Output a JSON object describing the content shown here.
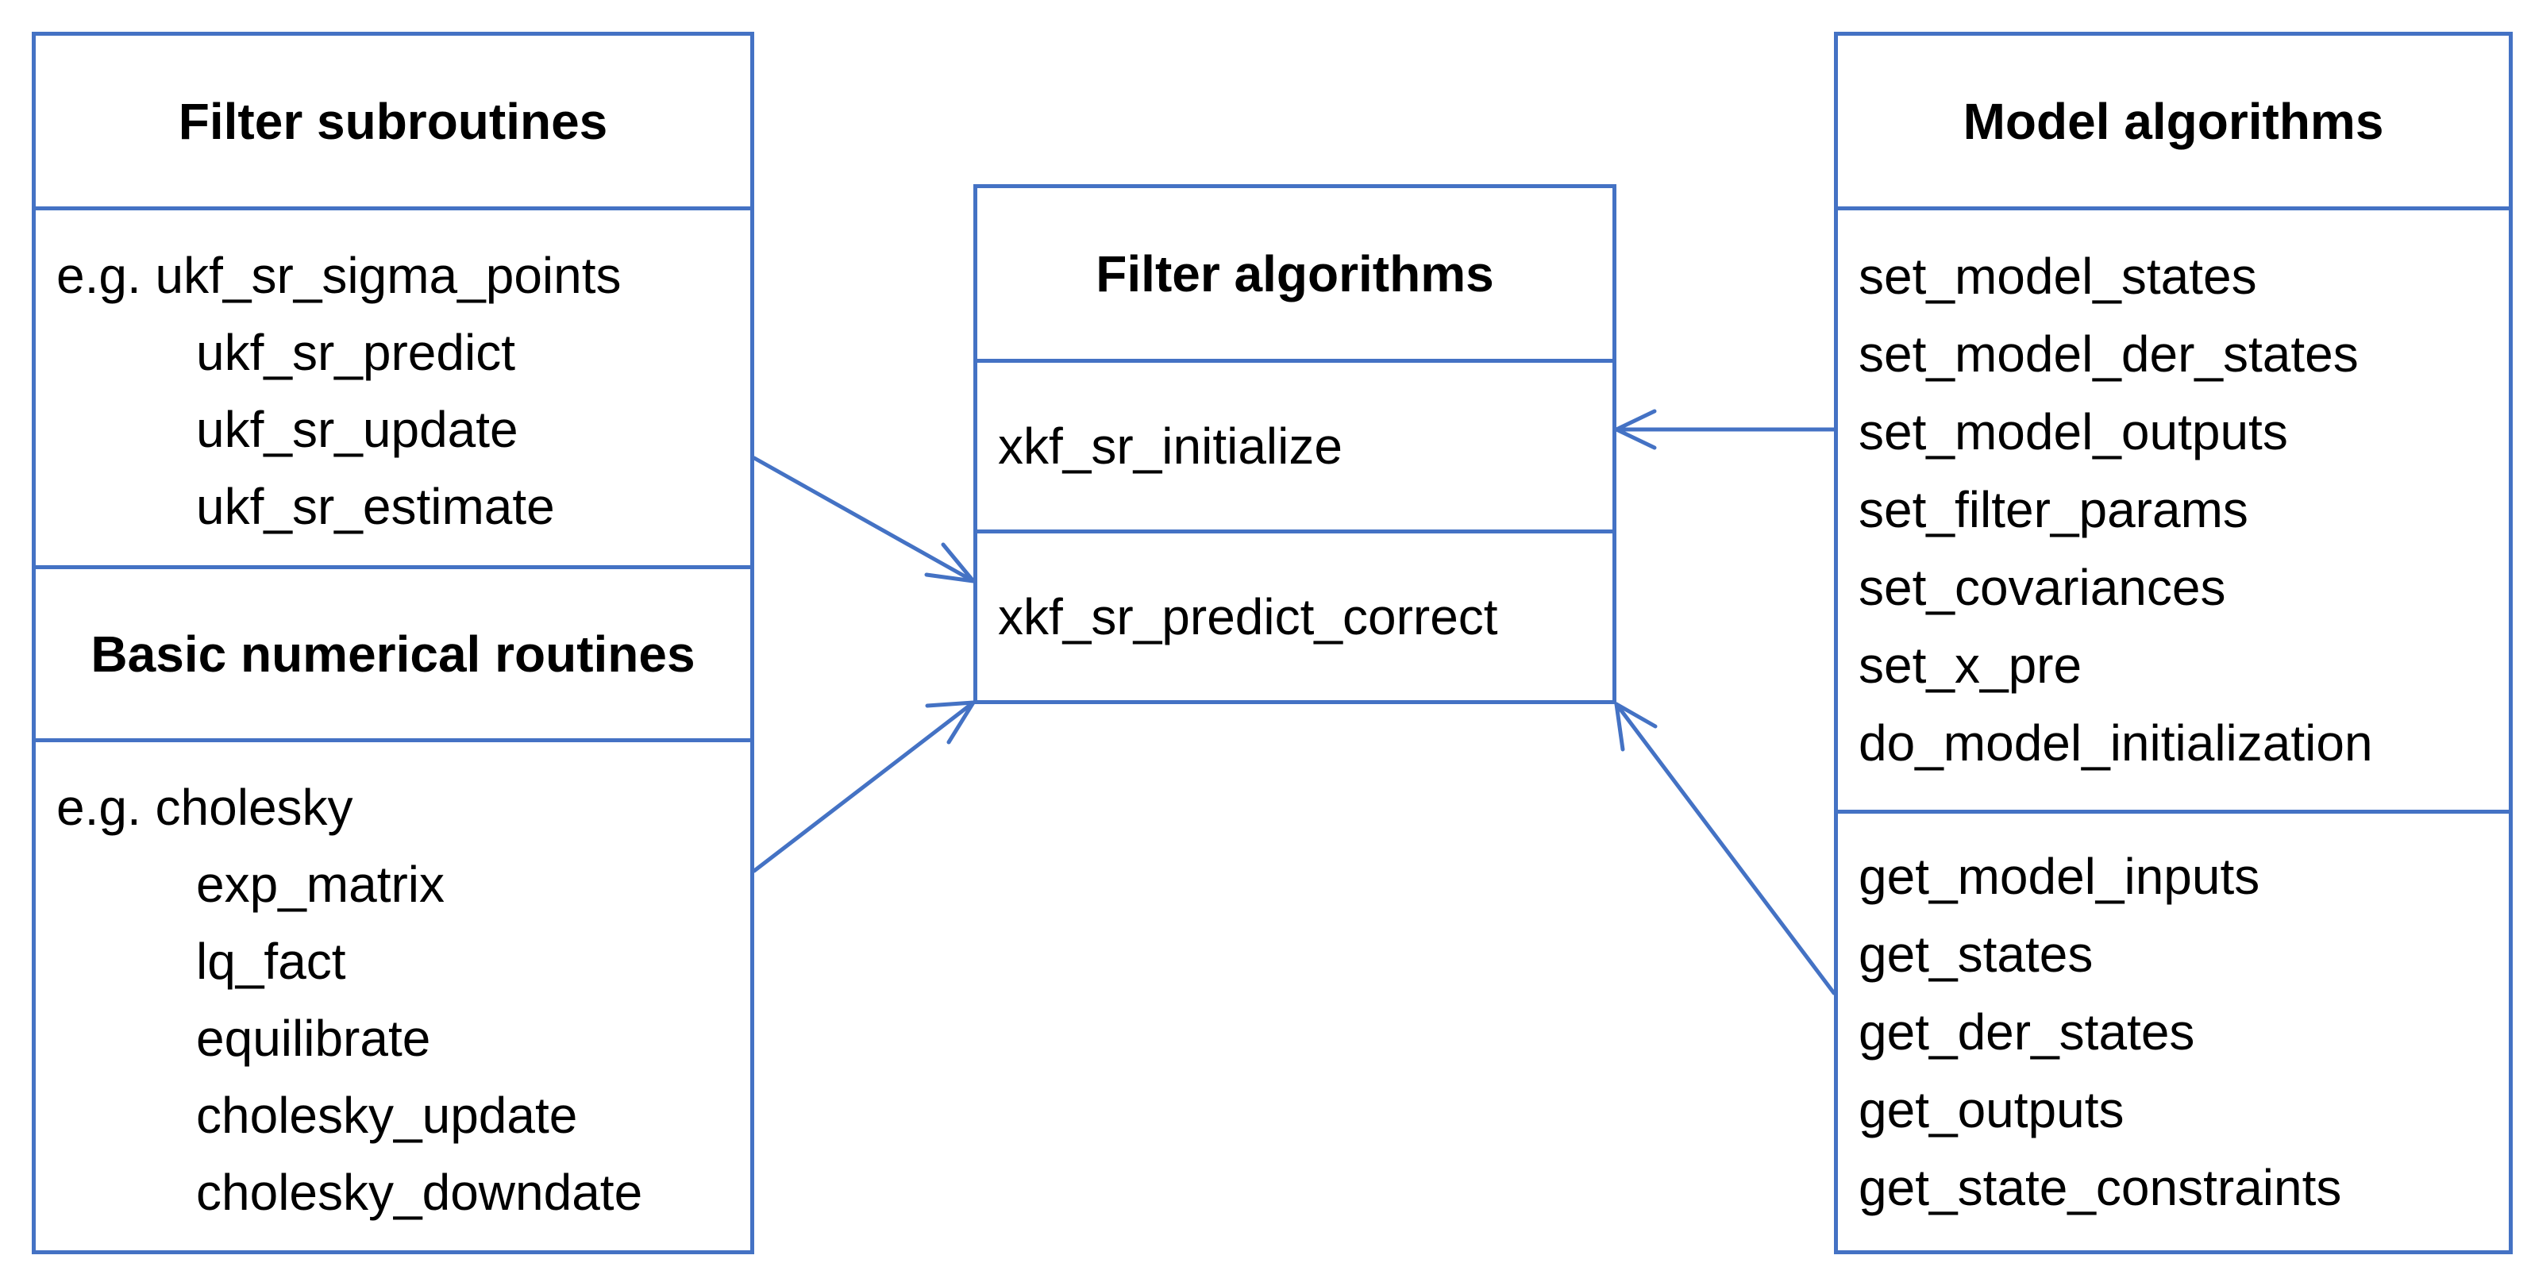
{
  "left_box": {
    "subroutines_title": "Filter subroutines",
    "subroutines_items": [
      "e.g. ukf_sr_sigma_points",
      "ukf_sr_predict",
      "ukf_sr_update",
      "ukf_sr_estimate"
    ],
    "numerical_title": "Basic numerical routines",
    "numerical_items": [
      "e.g. cholesky",
      "exp_matrix",
      "lq_fact",
      "equilibrate",
      "cholesky_update",
      "cholesky_downdate"
    ]
  },
  "center_box": {
    "title": "Filter algorithms",
    "initialize": "xkf_sr_initialize",
    "predict_correct": "xkf_sr_predict_correct"
  },
  "right_box": {
    "title": "Model algorithms",
    "set_items": [
      "set_model_states",
      "set_model_der_states",
      "set_model_outputs",
      "set_filter_params",
      "set_covariances",
      "set_x_pre",
      "do_model_initialization"
    ],
    "get_items": [
      "get_model_inputs",
      "get_states",
      "get_der_states",
      "get_outputs",
      "get_state_constraints"
    ]
  },
  "colors": {
    "border": "#4472c4",
    "text": "#000000"
  }
}
